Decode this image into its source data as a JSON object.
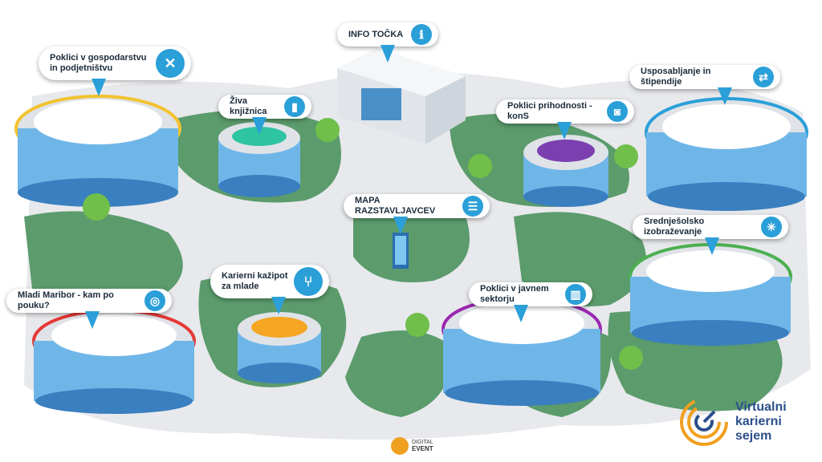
{
  "hotspots": {
    "info": {
      "label": "INFO TOČKA",
      "icon": "info-icon"
    },
    "gospodarstvo": {
      "label": "Poklici v gospodarstvu\nin podjetništvu",
      "icon": "tools-icon"
    },
    "knjiznica": {
      "label": "Živa knjižnica",
      "icon": "book-icon"
    },
    "prihodnost": {
      "label": "Poklici prihodnosti - konS",
      "icon": "vr-headset-icon"
    },
    "usposabljanje": {
      "label": "Usposabljanje in štipendije",
      "icon": "handshake-icon"
    },
    "mapa": {
      "label": "MAPA RAZSTAVLJAVCEV",
      "icon": "list-icon"
    },
    "srednjesolsko": {
      "label": "Srednješolsko izobraževanje",
      "icon": "network-icon"
    },
    "kazipot": {
      "label": "Karierni kažipot\nza mlade",
      "icon": "signpost-icon"
    },
    "mladi": {
      "label": "Mladi Maribor - kam po pouku?",
      "icon": "target-icon"
    },
    "javni": {
      "label": "Poklici v javnem sektorju",
      "icon": "books-icon"
    }
  },
  "brand": {
    "line1": "Virtualni",
    "line2": "karierni",
    "line3": "sejem"
  },
  "organizer": {
    "line1": "DIGITAL",
    "line2": "EVENT"
  },
  "colors": {
    "accent": "#2a9fd8",
    "grass": "#5a9a6a",
    "path": "#e8eaed",
    "brand_text": "#2a4f8a",
    "brand_orange": "#f0a020"
  }
}
